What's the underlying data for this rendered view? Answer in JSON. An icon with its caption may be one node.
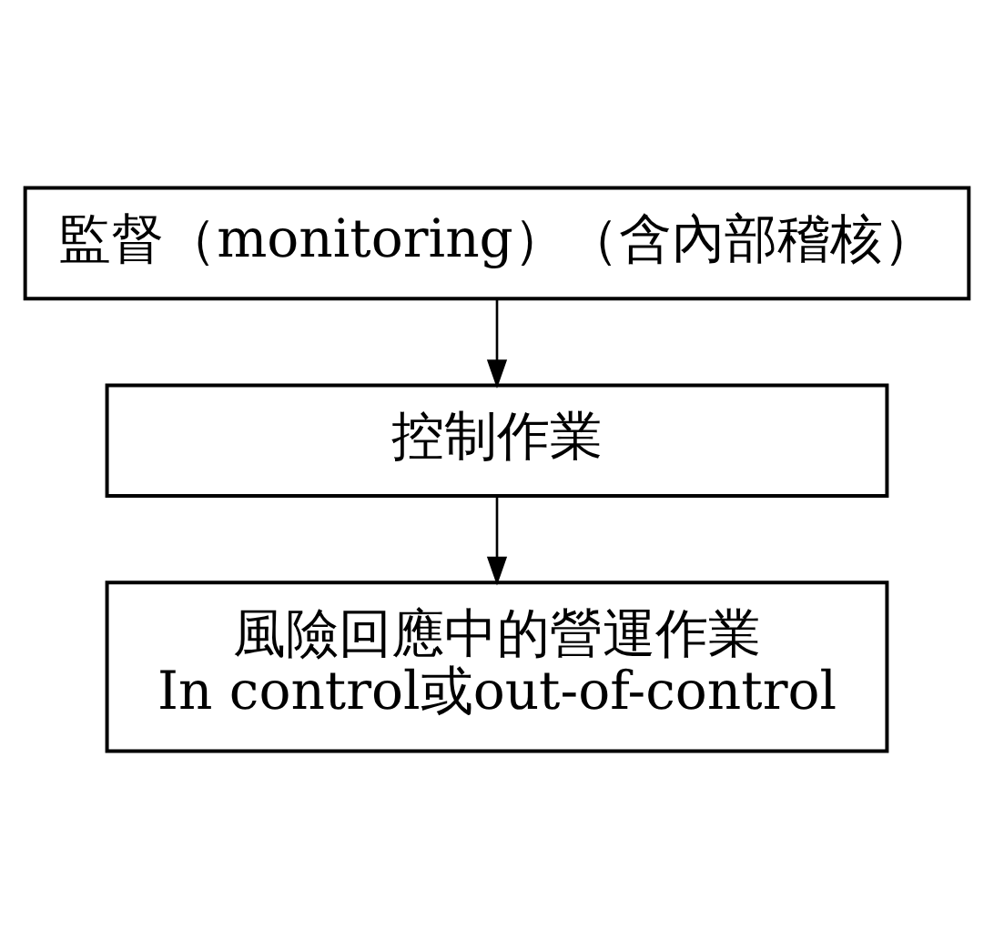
{
  "diagram": {
    "nodes": [
      {
        "text": [
          "監督（monitoring）（含內部稽核）"
        ]
      },
      {
        "text": [
          "控制作業"
        ]
      },
      {
        "text": [
          "風險回應中的營運作業 In control或out-of-control"
        ]
      }
    ],
    "edges": [
      {
        "from": 0,
        "to": 1,
        "arrow": "to"
      },
      {
        "from": 1,
        "to": 2,
        "arrow": "to"
      }
    ]
  }
}
